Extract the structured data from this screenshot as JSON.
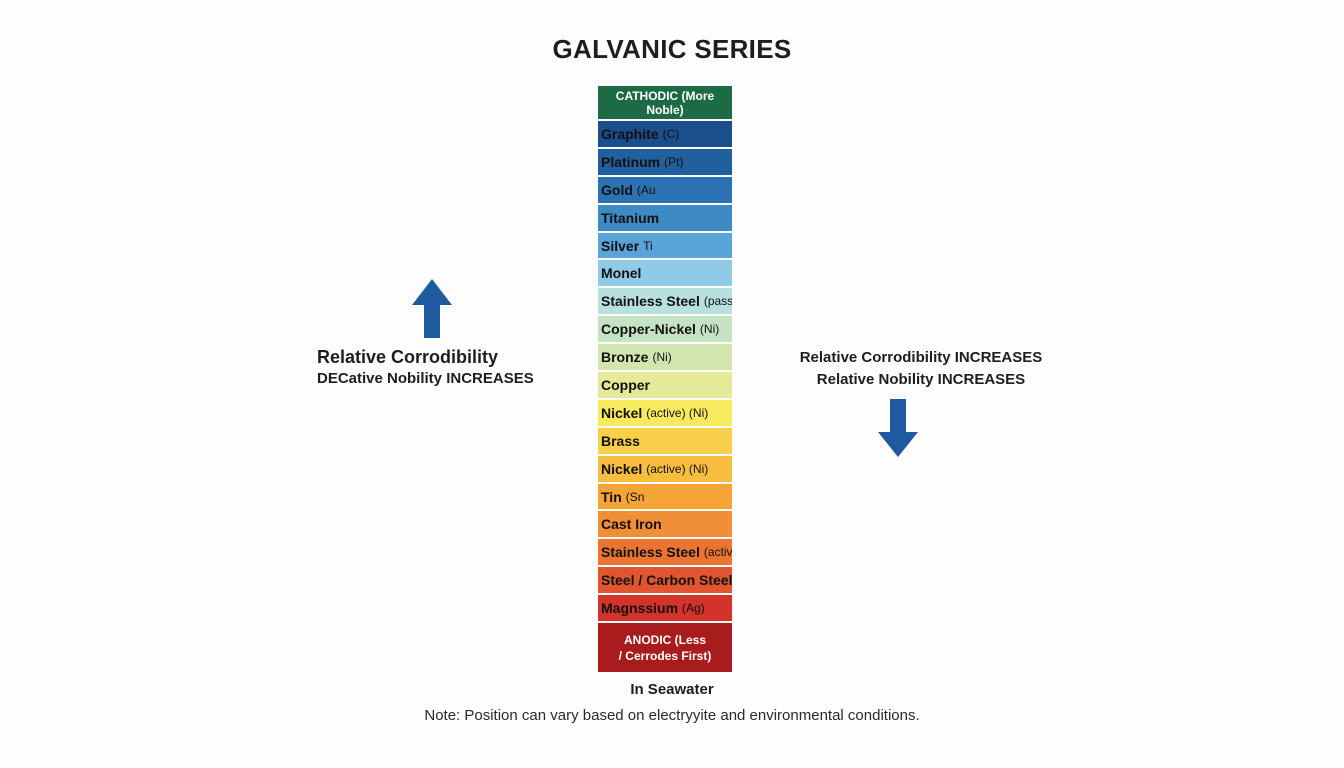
{
  "title": "GALVANIC SERIES",
  "cathodic_label": "CATHODIC (More Noble)",
  "metals": [
    {
      "name": "Graphite",
      "symbol": "(C)",
      "color": "#1b4e8c"
    },
    {
      "name": "Platinum",
      "symbol": "(Pt)",
      "color": "#21609e"
    },
    {
      "name": "Gold",
      "symbol": "(Au",
      "color": "#2c72b2"
    },
    {
      "name": "Titanium",
      "symbol": "",
      "color": "#3e8ac5"
    },
    {
      "name": "Silver",
      "symbol": "Ti",
      "color": "#5aa3d8"
    },
    {
      "name": "Monel",
      "symbol": "",
      "color": "#8fcbe6"
    },
    {
      "name": "Stainless Steel",
      "symbol": "(passive)",
      "color": "#b7e0df"
    },
    {
      "name": "Copper-Nickel",
      "symbol": "(Ni)",
      "color": "#c6e2c4"
    },
    {
      "name": "Bronze",
      "symbol": "(Ni)",
      "color": "#d3e5ae"
    },
    {
      "name": "Copper",
      "symbol": "",
      "color": "#e5ea98"
    },
    {
      "name": "Nickel",
      "symbol": "(active) (Ni)",
      "color": "#f7ea5e"
    },
    {
      "name": "Brass",
      "symbol": "",
      "color": "#f8d04a"
    },
    {
      "name": "Nickel",
      "symbol": "(active) (Ni)",
      "color": "#f6bd3e"
    },
    {
      "name": "Tin",
      "symbol": "(Sn",
      "color": "#f4a536"
    },
    {
      "name": "Cast Iron",
      "symbol": "",
      "color": "#f18f36"
    },
    {
      "name": "Stainless Steel",
      "symbol": "(active)",
      "color": "#ec7432"
    },
    {
      "name": "Steel / Carbon Steel",
      "symbol": "",
      "color": "#e15530"
    },
    {
      "name": "Magnssium",
      "symbol": "(Ag)",
      "color": "#d3332b"
    }
  ],
  "anodic_label": {
    "line1": "ANODIC (Less",
    "line2": "/ Cerrodes First)"
  },
  "left_label": {
    "line1": "Relative Corrodibility",
    "line2": "DECative Nobility INCREASES"
  },
  "right_label": {
    "line1": "Relative Corrodibility INCREASES",
    "line2": "Relative Nobility INCREASES"
  },
  "caption": "In Seawater",
  "note": "Note: Position can vary based on electryyite and environmental conditions.",
  "colors": {
    "arrow": "#1f5aa0",
    "cathodic": "#1d6b45",
    "anodic": "#a81c1e"
  },
  "icons": {
    "up": "arrow-up-icon",
    "down": "arrow-down-icon"
  }
}
